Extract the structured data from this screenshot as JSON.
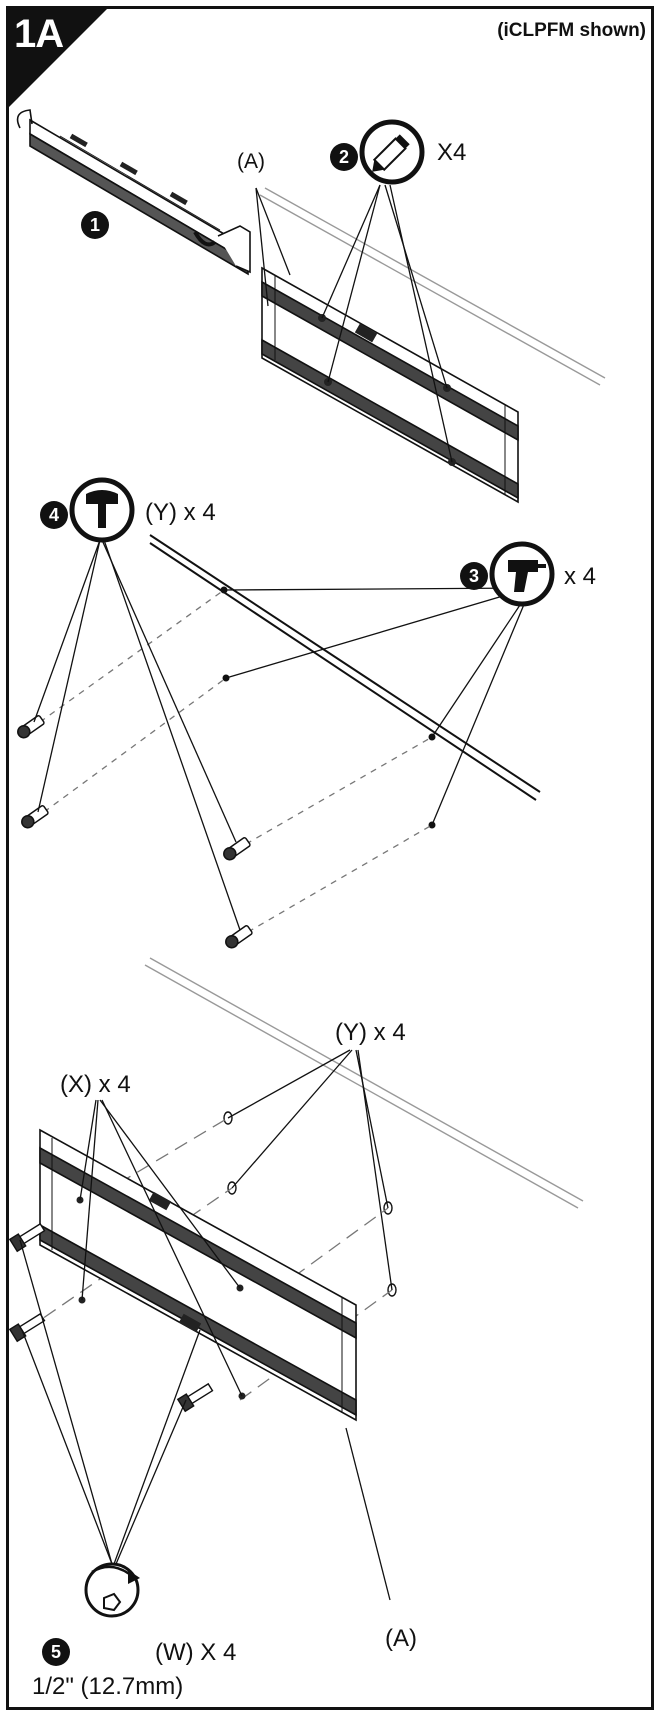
{
  "header": {
    "step": "1A",
    "model_note": "(iCLPFM shown)"
  },
  "steps": [
    {
      "number": "1"
    },
    {
      "number": "2",
      "tool": "pencil-icon",
      "qty": "X4"
    },
    {
      "number": "3",
      "tool": "drill-icon",
      "qty": "x 4"
    },
    {
      "number": "4",
      "tool": "hammer-icon",
      "qty": "(Y) x 4"
    },
    {
      "number": "5",
      "tool": "socket-wrench-icon",
      "qty": "(W) X 4",
      "size": "1/2\" (12.7mm)"
    }
  ],
  "labels": {
    "plate_top": "(A)",
    "plate_bottom": "(A)",
    "anchors_bottom": "(Y) x 4",
    "washers": "(X) x 4"
  },
  "colors": {
    "ink": "#111111",
    "background": "#ffffff"
  }
}
